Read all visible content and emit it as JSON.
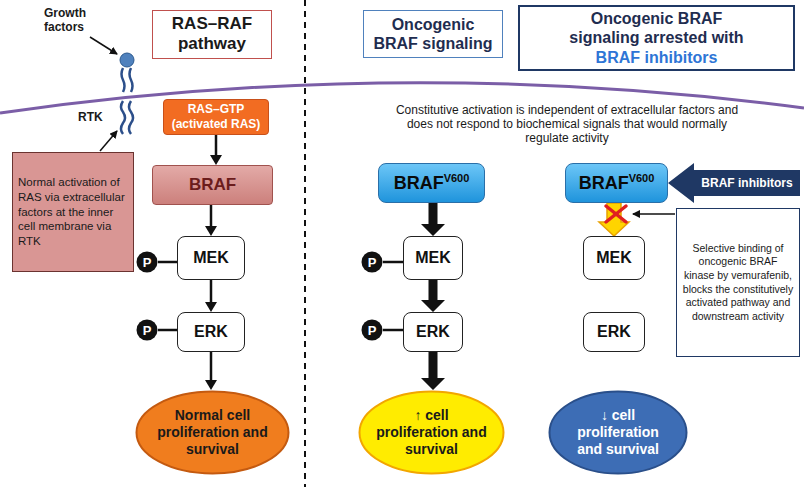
{
  "diagram": {
    "nodes": [
      {
        "text": [
          "RAS–RAF pathway"
        ]
      },
      {
        "text": [
          "Oncogenic BRAF signaling"
        ]
      },
      {
        "text": [
          "Oncogenic BRAF signaling arrested with",
          "BRAF inhibitors"
        ]
      },
      {
        "text": [
          "RAS–GTP (activated RAS)"
        ]
      },
      {
        "text": [
          "Normal activation of RAS via extracellular factors at the inner cell membrane via RTK"
        ]
      },
      {
        "text": [
          "BRAF"
        ]
      },
      {
        "text": [
          "P"
        ]
      },
      {
        "text": [
          "MEK"
        ]
      },
      {
        "text": [
          "P"
        ]
      },
      {
        "text": [
          "ERK"
        ]
      },
      {
        "text": [
          "Normal cell proliferation and survival"
        ]
      },
      {
        "text": [
          "BRAF",
          "V600"
        ]
      },
      {
        "text": [
          "P"
        ]
      },
      {
        "text": [
          "MEK"
        ]
      },
      {
        "text": [
          "P"
        ]
      },
      {
        "text": [
          "ERK"
        ]
      },
      {
        "text": [
          "↑ cell proliferation and survival"
        ]
      },
      {
        "text": [
          "BRAF",
          "V600"
        ]
      },
      {
        "text": [
          "BRAF inhibitors"
        ]
      },
      {
        "text": [
          "Selective binding of oncogenic BRAF kinase by vemurafenib, blocks the constitutively activated pathway and downstream activity"
        ]
      },
      {
        "text": [
          "MEK"
        ]
      },
      {
        "text": [
          "ERK"
        ]
      },
      {
        "text": [
          "↓ cell proliferation and survival"
        ]
      }
    ],
    "edges": [
      {
        "from": 3,
        "to": 5,
        "arrow": "to"
      },
      {
        "from": 5,
        "to": 7,
        "arrow": "to"
      },
      {
        "from": 6,
        "to": 7,
        "arrow": "none"
      },
      {
        "from": 7,
        "to": 9,
        "arrow": "to"
      },
      {
        "from": 8,
        "to": 9,
        "arrow": "none"
      },
      {
        "from": 9,
        "to": 10,
        "arrow": "to"
      },
      {
        "from": 11,
        "to": 13,
        "arrow": "to"
      },
      {
        "from": 12,
        "to": 13,
        "arrow": "none"
      },
      {
        "from": 13,
        "to": 15,
        "arrow": "to"
      },
      {
        "from": 14,
        "to": 15,
        "arrow": "none"
      },
      {
        "from": 15,
        "to": 16,
        "arrow": "to"
      },
      {
        "from": 17,
        "to": 20,
        "arrow": "to"
      }
    ],
    "labels": [
      "Growth factors",
      "RTK",
      "Constitutive activation is independent of extracellular factors and does not respond to biochemical signals that would normally regulate activity"
    ]
  }
}
